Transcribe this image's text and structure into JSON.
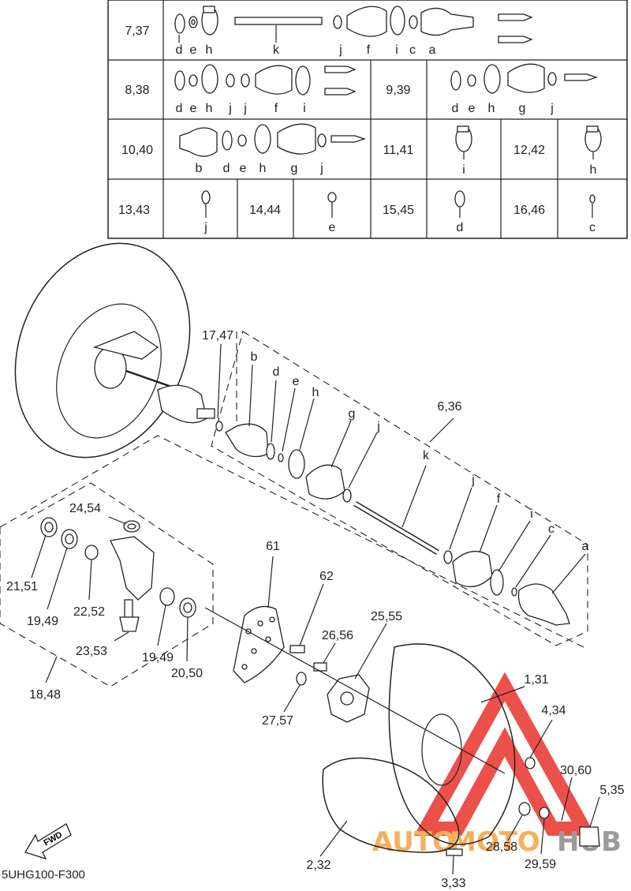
{
  "diagram_code": "5UHG100-F300",
  "fwd_label": "FWD",
  "watermark": {
    "auto": "AUTO",
    "moto": "MOTO",
    "hub": "HUB",
    "color_red": "#e8322a",
    "color_orange": "#f4a340",
    "color_gray": "#8a8a8a"
  },
  "table": {
    "rows": [
      {
        "set": "7,37",
        "letters": [
          "d",
          "e",
          "h",
          "k",
          "j",
          "f",
          "i",
          "c",
          "a"
        ]
      },
      {
        "set": "8,38",
        "letters": [
          "d",
          "e",
          "h",
          "j",
          "j",
          "f",
          "i"
        ]
      },
      {
        "set": "9,39",
        "letters": [
          "d",
          "e",
          "h",
          "g",
          "j"
        ]
      },
      {
        "set": "10,40",
        "letters": [
          "b",
          "d",
          "e",
          "h",
          "g",
          "j"
        ]
      },
      {
        "set": "11,41",
        "letters": [
          "i"
        ]
      },
      {
        "set": "12,42",
        "letters": [
          "h"
        ]
      },
      {
        "set": "13,43",
        "letters": [
          "j"
        ]
      },
      {
        "set": "14,44",
        "letters": [
          "e"
        ]
      },
      {
        "set": "15,45",
        "letters": [
          "d"
        ]
      },
      {
        "set": "16,46",
        "letters": [
          "c"
        ]
      }
    ]
  },
  "callouts": {
    "c17_47": "17,47",
    "b": "b",
    "d": "d",
    "e": "e",
    "h": "h",
    "g": "g",
    "j": "j",
    "c6_36": "6,36",
    "k": "k",
    "j2": "j",
    "f": "f",
    "i": "i",
    "c": "c",
    "a": "a",
    "c24_54": "24,54",
    "c21_51": "21,51",
    "c19_49a": "19,49",
    "c22_52": "22,52",
    "c23_53": "23,53",
    "c19_49b": "19,49",
    "c20_50": "20,50",
    "c18_48": "18,48",
    "c61": "61",
    "c62": "62",
    "c25_55": "25,55",
    "c26_56": "26,56",
    "c27_57": "27,57",
    "c1_31": "1,31",
    "c4_34": "4,34",
    "c30_60": "30,60",
    "c5_35": "5,35",
    "c28_58": "28,58",
    "c29_59": "29,59",
    "c2_32": "2,32",
    "c3_33": "3,33"
  }
}
